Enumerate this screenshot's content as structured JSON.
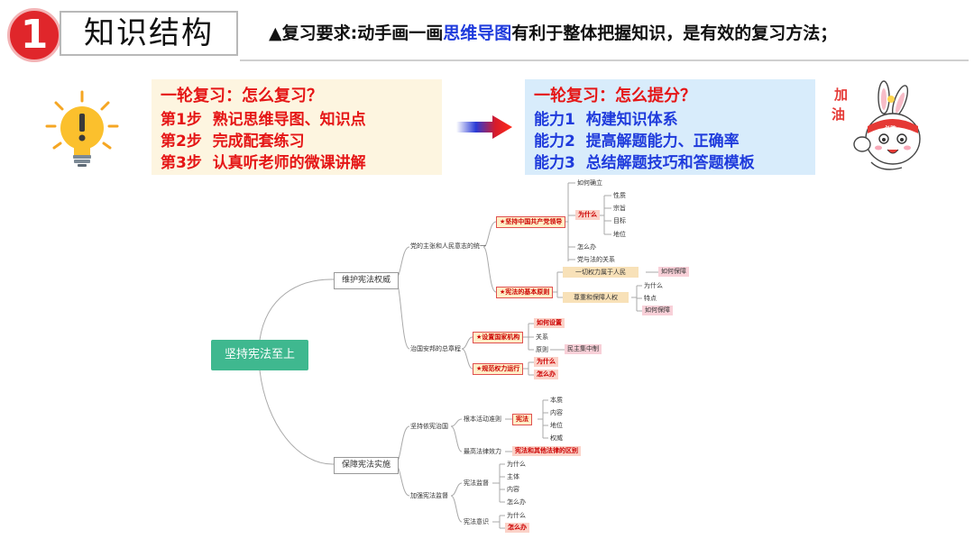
{
  "header": {
    "number": "1",
    "title": "知识结构",
    "requirement_prefix": "▲复习要求:动手画一画",
    "requirement_highlight": "思维导图",
    "requirement_suffix": "有利于整体把握知识，是有效的复习方法；"
  },
  "left_panel": {
    "title": "一轮复习：怎么复习？",
    "rows": [
      {
        "step": "第1步",
        "text": "熟记思维导图、知识点"
      },
      {
        "step": "第2步",
        "text": "完成配套练习"
      },
      {
        "step": "第3步",
        "text": "认真听老师的微课讲解"
      }
    ]
  },
  "right_panel": {
    "title": "一轮复习：怎么提分？",
    "rows": [
      {
        "step": "能力1",
        "text": "构建知识体系"
      },
      {
        "step": "能力2",
        "text": "提高解题能力、正确率"
      },
      {
        "step": "能力3",
        "text": "总结解题技巧和答题模板"
      }
    ]
  },
  "cheer_sticker": {
    "left": "加",
    "right": "油",
    "band": "必胜"
  },
  "mindmap": {
    "root": "坚持宪法至上",
    "branch1": {
      "label": "维护宪法权威",
      "sub1": {
        "label": "党的主张和人民意志的统一",
        "leadership": {
          "label": "★坚持中国共产党领导",
          "how_established": "如何确立",
          "why": "为什么",
          "why_items": [
            "性质",
            "宗旨",
            "目标",
            "地位"
          ],
          "how": "怎么办",
          "party_law": "党与法的关系"
        },
        "principles": {
          "label": "★宪法的基本原则",
          "power": "一切权力属于人民",
          "power_tag": "如何保障",
          "rights": "尊重和保障人权",
          "rights_items": [
            "为什么",
            "特点"
          ],
          "rights_tag": "如何保障"
        }
      },
      "sub2": {
        "label": "治国安邦的总章程",
        "organs": {
          "label": "★设置国家机构",
          "how_set": "如何设置",
          "relation": "关系",
          "principle": "原则",
          "principle_tag": "民主集中制"
        },
        "power": {
          "label": "★规范权力运行",
          "why": "为什么",
          "how": "怎么办"
        }
      }
    },
    "branch2": {
      "label": "保障宪法实施",
      "sub1": {
        "label": "坚持依宪治国",
        "fundamental": "根本活动准则",
        "constitution": "宪法",
        "constitution_items": [
          "本质",
          "内容",
          "地位",
          "权威"
        ],
        "highest": "最高法律效力",
        "highest_tag": "宪法和其他法律的区别"
      },
      "sub2": {
        "label": "加强宪法监督",
        "supervision": "宪法监督",
        "supervision_items": [
          "为什么",
          "主体",
          "内容",
          "怎么办"
        ],
        "awareness": "宪法意识",
        "awareness_why": "为什么",
        "awareness_how": "怎么办"
      }
    }
  }
}
